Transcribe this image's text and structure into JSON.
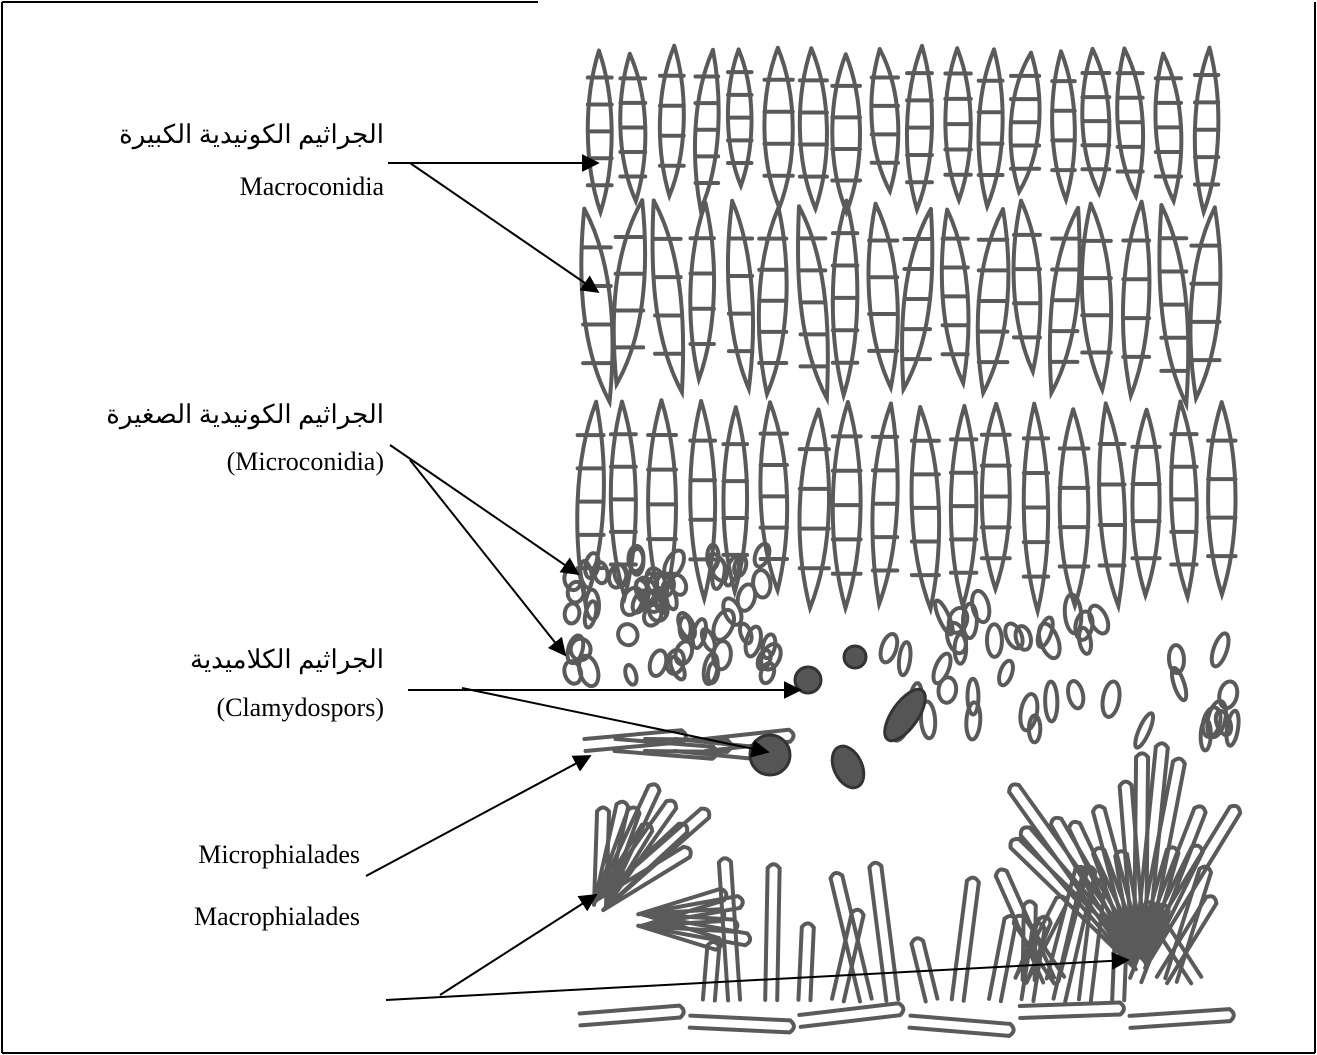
{
  "labels": {
    "macroconidia_ar": "الجراثيم الكونيدية الكبيرة",
    "macroconidia_en": "Macroconidia",
    "microconidia_ar": "الجراثيم الكونيدية الصغيرة",
    "microconidia_en": "(Microconidia)",
    "chlamydospores_ar": "الجراثيم الكلاميدية",
    "chlamydospores_en": "(Clamydospors)",
    "microphialades": "Microphialades",
    "macrophialades": "Macrophialades"
  },
  "colors": {
    "line": "#000000",
    "drawing": "#5a5a5a",
    "border": "#000000"
  }
}
